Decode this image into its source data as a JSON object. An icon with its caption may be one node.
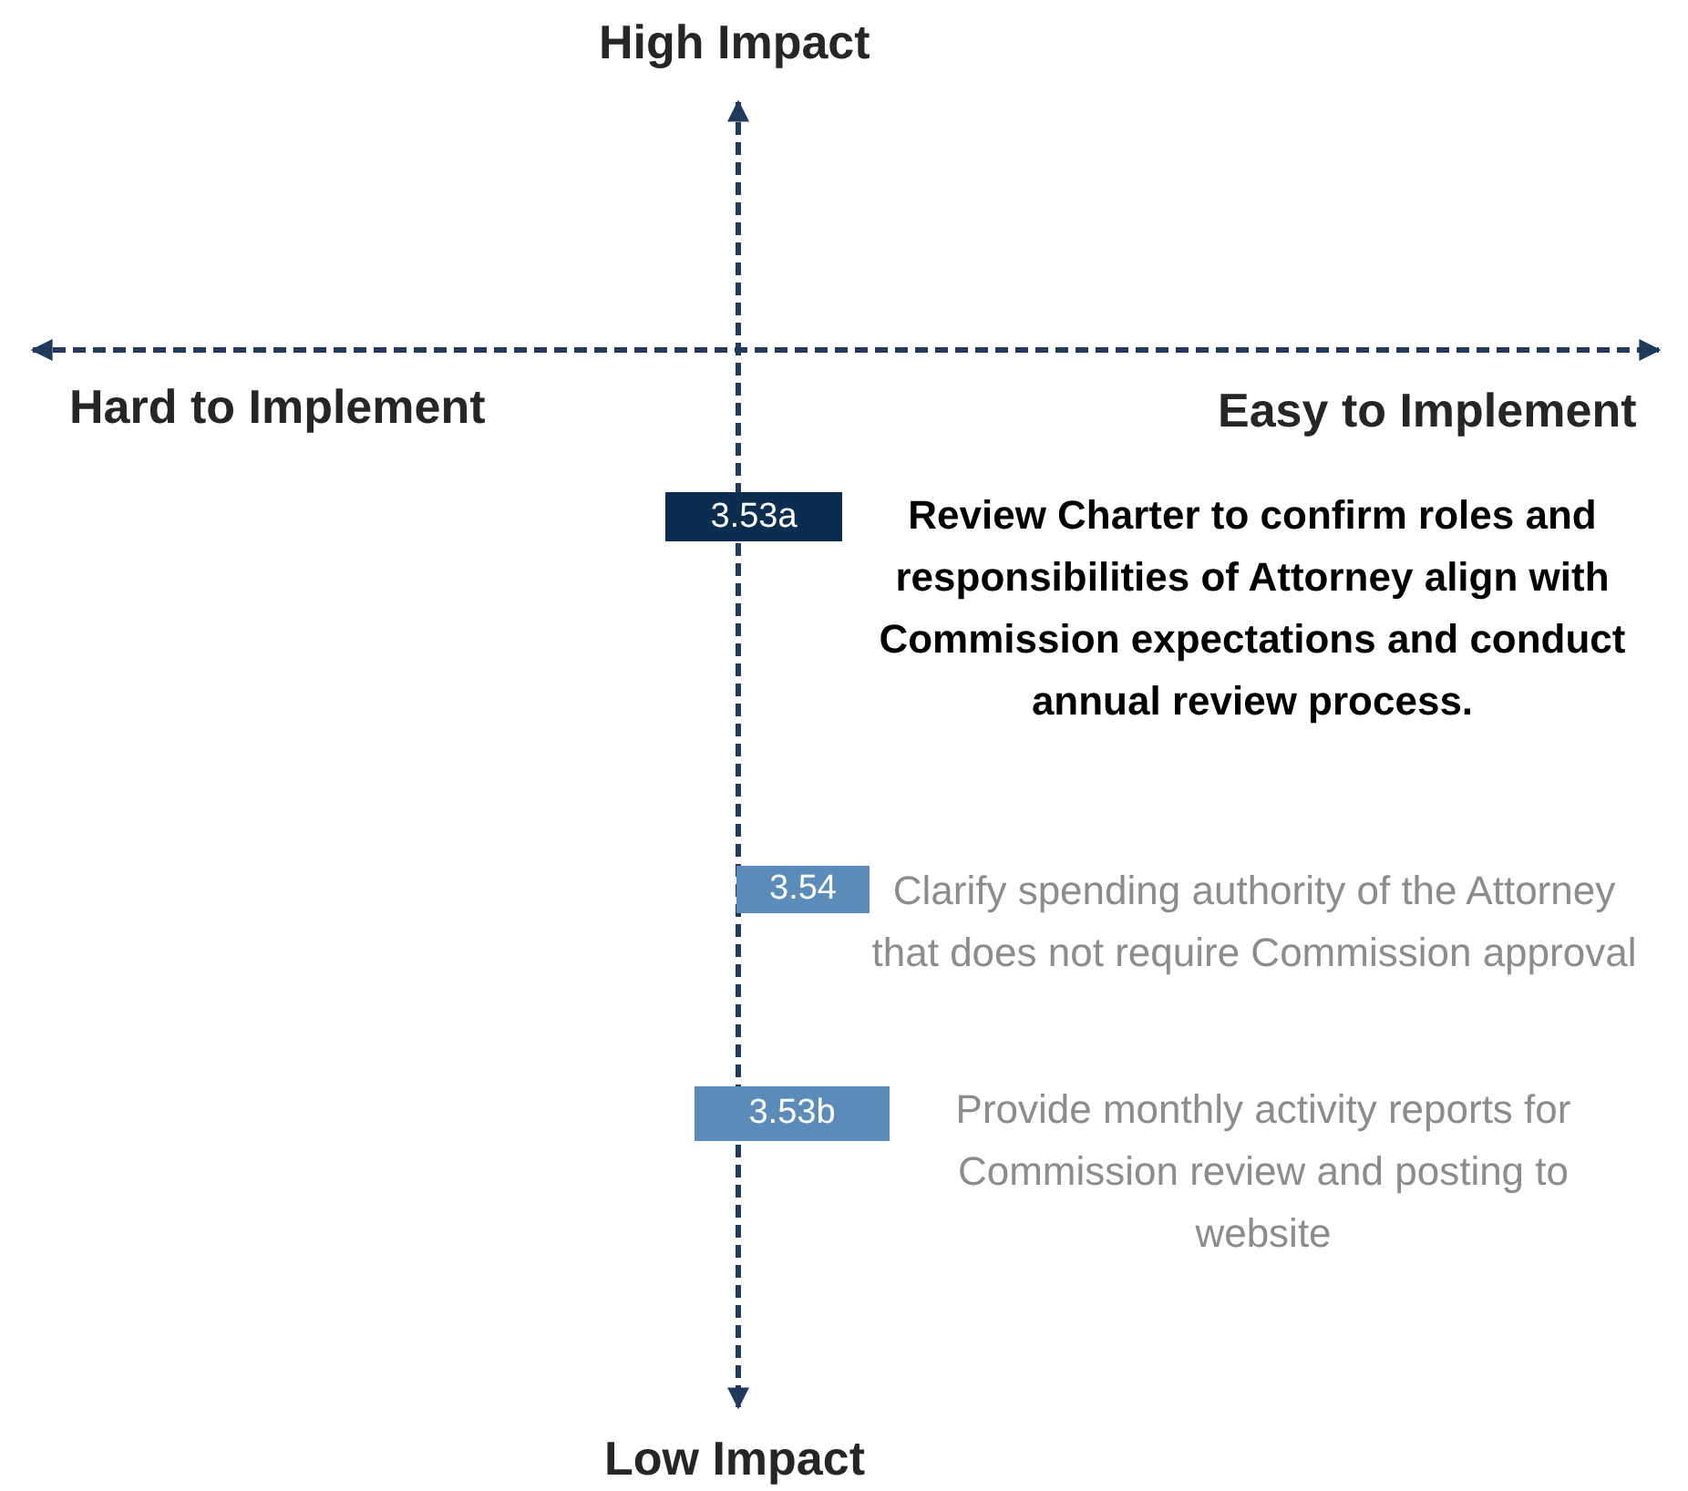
{
  "diagram": {
    "nodes": [
      {
        "text": [
          "3.53a"
        ],
        "beside": [
          "Review Charter to confirm roles and responsibilities of Attorney align with Commission expectations and conduct annual review process."
        ]
      },
      {
        "text": [
          "3.54"
        ],
        "beside": [
          "Clarify spending authority of the Attorney that does not require Commission approval"
        ]
      },
      {
        "text": [
          "3.53b"
        ],
        "beside": [
          "Provide monthly activity reports for Commission review and posting to website"
        ]
      }
    ],
    "labels": [
      "High Impact",
      "Hard to Implement",
      "Easy to Implement",
      "Low Impact"
    ]
  }
}
